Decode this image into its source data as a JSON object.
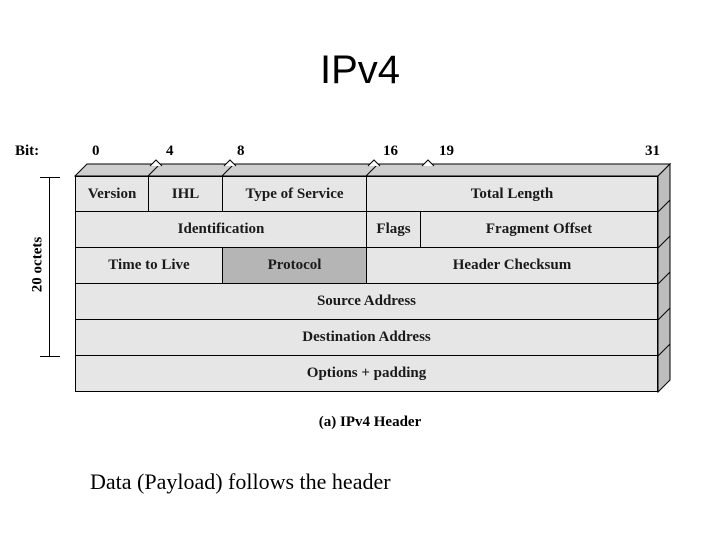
{
  "title": "IPv4",
  "diagram": {
    "bit_label": "Bit:",
    "bit_ticks": [
      "0",
      "4",
      "8",
      "16",
      "19",
      "31"
    ],
    "side_label": "20 octets",
    "rows": [
      [
        {
          "label": "Version"
        },
        {
          "label": "IHL"
        },
        {
          "label": "Type of Service"
        },
        {
          "label": "Total Length"
        }
      ],
      [
        {
          "label": "Identification"
        },
        {
          "label": "Flags"
        },
        {
          "label": "Fragment Offset"
        }
      ],
      [
        {
          "label": "Time to Live"
        },
        {
          "label": "Protocol"
        },
        {
          "label": "Header Checksum"
        }
      ],
      [
        {
          "label": "Source Address"
        }
      ],
      [
        {
          "label": "Destination Address"
        }
      ],
      [
        {
          "label": "Options + padding"
        }
      ]
    ],
    "caption": "(a) IPv4 Header"
  },
  "footer_note": "Data (Payload) follows the header",
  "colors": {
    "cell_fill": "#e6e6e6",
    "highlight_fill": "#b5b5b5",
    "depth_fill": "#bdbdbd"
  }
}
